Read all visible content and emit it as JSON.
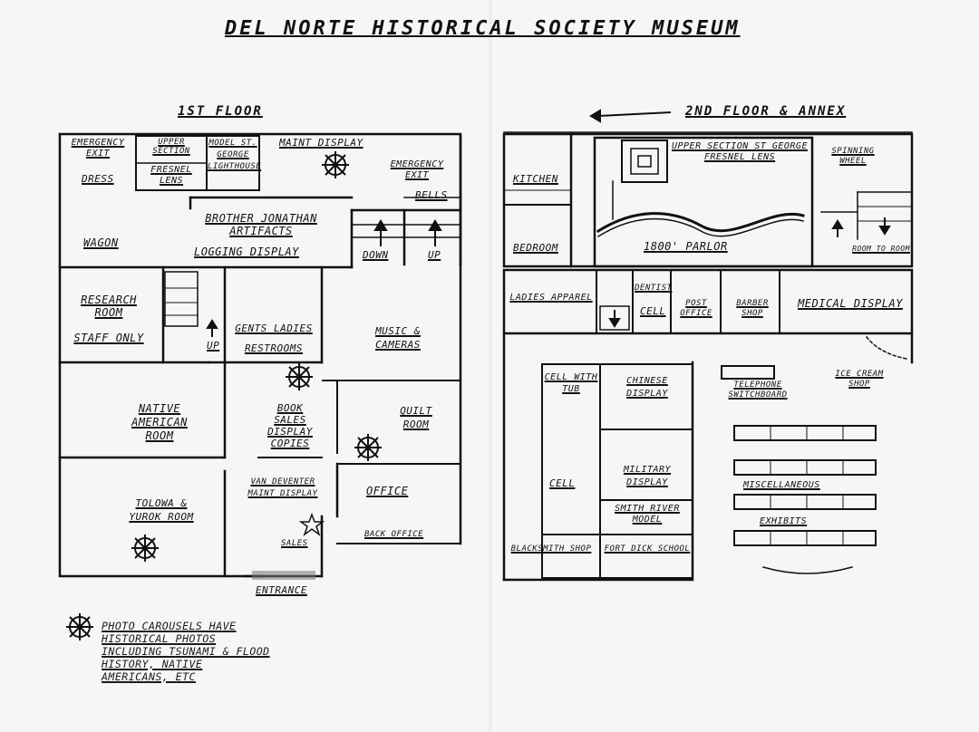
{
  "title": "DEL NORTE HISTORICAL SOCIETY MUSEUM",
  "floor1": {
    "heading": "1ST FLOOR",
    "rooms": {
      "emergency_exit_left": "EMERGENCY EXIT",
      "dress": "DRESS",
      "upper_section": "UPPER SECTION",
      "fresnel_lens": "FRESNEL LENS",
      "model_lighthouse": "MODEL ST. GEORGE LIGHTHOUSE",
      "maint_display": "MAINT DISPLAY",
      "emergency_exit_right": "EMERGENCY EXIT",
      "bells": "BELLS",
      "brother_jonathan": "BROTHER JONATHAN ARTIFACTS",
      "wagon": "WAGON",
      "logging_display": "LOGGING DISPLAY",
      "down": "DOWN",
      "up_stairs": "UP",
      "research_room": "RESEARCH ROOM",
      "staff_only": "STAFF ONLY",
      "up_small": "UP",
      "restrooms": "GENTS LADIES RESTROOMS",
      "music_cameras": "MUSIC & CAMERAS",
      "native_american": "NATIVE AMERICAN ROOM",
      "book_sales": "BOOK SALES DISPLAY COPIES",
      "quilt_room": "QUILT ROOM",
      "tolowa_yurok": "TOLOWA & YUROK ROOM",
      "van_deventer": "VAN DEVENTER MAINT DISPLAY",
      "office": "OFFICE",
      "back_office": "BACK OFFICE",
      "sales": "SALES",
      "entrance": "ENTRANCE"
    }
  },
  "floor2": {
    "heading": "2ND FLOOR & ANNEX",
    "rooms": {
      "kitchen": "KITCHEN",
      "bedroom": "BEDROOM",
      "upper_section_lens": "UPPER SECTION ST GEORGE FRESNEL LENS",
      "spinning_wheel": "SPINNING WHEEL",
      "parlor": "1800' PARLOR",
      "room_to_room": "ROOM TO ROOM",
      "ladies_apparel": "LADIES APPAREL",
      "dentist": "DENTIST",
      "cell": "CELL",
      "post_office": "POST OFFICE",
      "barber_shop": "BARBER SHOP",
      "medical_display": "MEDICAL DISPLAY",
      "cell_with_tub": "CELL WITH TUB",
      "chinese_display": "CHINESE DISPLAY",
      "telephone_switchboard": "TELEPHONE SWITCHBOARD",
      "ice_cream_shop": "ICE CREAM SHOP",
      "cell_lower": "CELL",
      "military_display": "MILITARY DISPLAY",
      "miscellaneous": "MISCELLANEOUS",
      "exhibits": "EXHIBITS",
      "smith_river_model": "SMITH RIVER MODEL",
      "blacksmith_shop": "BLACKSMITH SHOP",
      "fort_dick_school": "FORT DICK SCHOOL"
    }
  },
  "legend": {
    "icon": "ship-wheel-icon",
    "text": "PHOTO CAROUSELS HAVE HISTORICAL PHOTOS INCLUDING TSUNAMI & FLOOD HISTORY, NATIVE AMERICANS, ETC"
  },
  "colors": {
    "ink": "#111111",
    "paper": "#f6f6f8"
  }
}
